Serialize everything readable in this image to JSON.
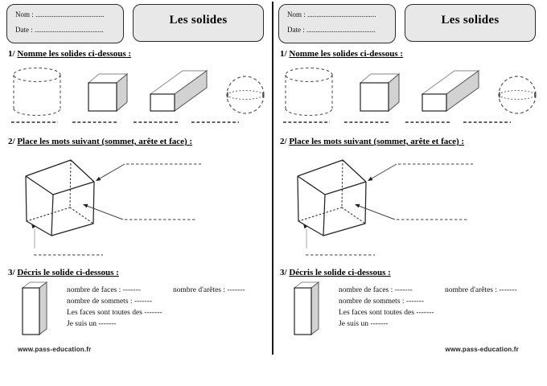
{
  "sheet": {
    "header": {
      "name_line": "Nom : ......................................",
      "date_line": "Date : ......................................",
      "title": "Les solides"
    },
    "sections": [
      {
        "num": "1/",
        "title": "Nomme les solides ci-dessous :"
      },
      {
        "num": "2/",
        "title": "Place les mots suivant (sommet, arête et face) :"
      },
      {
        "num": "3/",
        "title": "Décris le solide ci-dessous :"
      }
    ],
    "figures": {
      "solids_row": [
        "cylinder-icon",
        "cube-icon",
        "rectangular-prism-icon",
        "sphere-icon"
      ],
      "cube_diagram": "cube-with-arrows-icon",
      "described_solid": "tall-rectangular-prism-icon",
      "answer_blanks_section1": 4,
      "answer_blanks_section2": 3
    },
    "question3": {
      "faces": "nombre de faces : -------",
      "aretes": "nombre d'arêtes : -------",
      "sommets": "nombre de sommets : -------",
      "faces_type": "Les faces sont toutes des -------",
      "je_suis": "Je suis un -------"
    },
    "footer": "www.pass-education.fr"
  },
  "colors": {
    "box_fill": "#e8e8e8",
    "box_border": "#2b2b2b",
    "shade_fill": "#d2d2d2",
    "line": "#222222"
  }
}
